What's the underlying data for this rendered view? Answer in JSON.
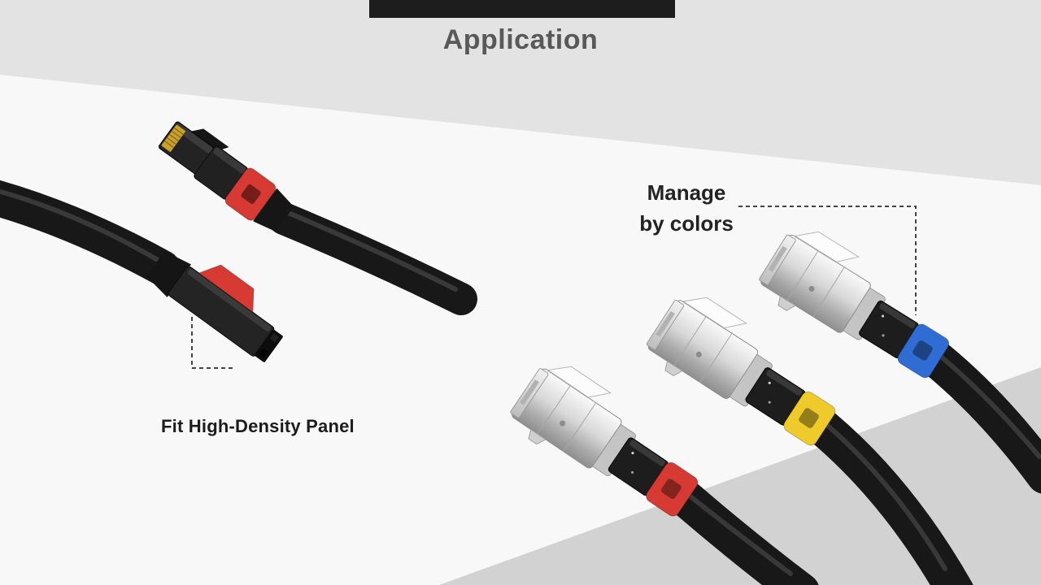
{
  "slide": {
    "title": "Application",
    "callouts": {
      "left": "Fit High-Density Panel",
      "right": "Manage\nby colors"
    },
    "colors": {
      "header_bar": "#1d1d1d",
      "title": "#595959",
      "background": "#e3e3e3",
      "band": "#f8f8f8",
      "corner_shade": "#d2d2d2",
      "cable": "#181818",
      "red": "#d63a32",
      "yellow": "#eecb2b",
      "blue": "#2f6cd4",
      "gold_pins": "#c9a22c"
    }
  }
}
